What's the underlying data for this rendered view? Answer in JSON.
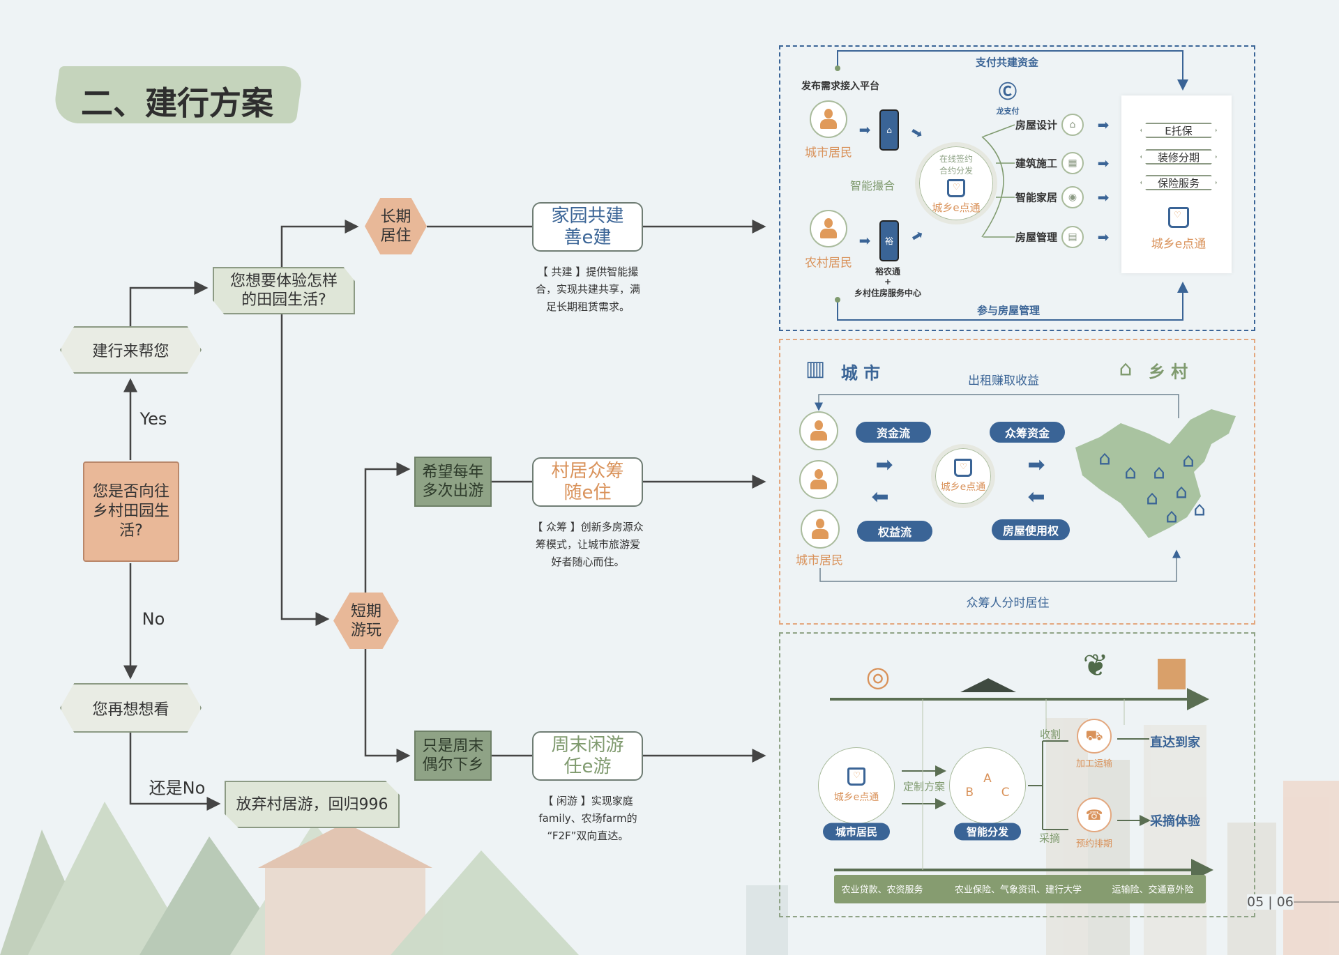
{
  "title": "二、建行方案",
  "flow": {
    "help": "建行来帮您",
    "yes": "Yes",
    "question": "您是否向往乡村田园生活?",
    "no": "No",
    "rethink": "您再想想看",
    "still_no": "还是No",
    "give_up": "放弃村居游，回归996",
    "which_life": "您想要体验怎样的田园生活?",
    "long_term": "长期居住",
    "short_term": "短期游玩",
    "yearly": "希望每年多次出游",
    "weekend": "只是周末偶尔下乡"
  },
  "cards": [
    {
      "line1": "家园共建",
      "line2": "善e建",
      "color": "#3a6496",
      "desc": [
        "【 共建 】提供智能撮",
        "合，实现共建共享，满",
        "足长期租赁需求。"
      ]
    },
    {
      "line1": "村居众筹",
      "line2": "随e住",
      "color": "#d9925a",
      "desc": [
        "【 众筹 】创新多房源众",
        "筹模式，让城市旅游爱",
        "好者随心而住。"
      ]
    },
    {
      "line1": "周末闲游",
      "line2": "任e游",
      "color": "#7f9a6e",
      "desc": [
        "【 闲游 】实现家庭",
        "family、农场farm的",
        "“F2F”双向直达。"
      ]
    }
  ],
  "box1": {
    "pay_funds": "支付共建资金",
    "publish": "发布需求接入平台",
    "long_pay": "龙支付",
    "city_resident": "城市居民",
    "rural_resident": "农村居民",
    "matching": "智能撮合",
    "center_sub1": "在线签约",
    "center_sub2": "合约分发",
    "center_name": "城乡e点通",
    "yunongtong": "裕农通",
    "plus": "+",
    "service_center": "乡村住房服务中心",
    "services": [
      "房屋设计",
      "建筑施工",
      "智能家居",
      "房屋管理"
    ],
    "products": [
      "E托保",
      "装修分期",
      "保险服务"
    ],
    "panel_name": "城乡e点通",
    "participate": "参与房屋管理"
  },
  "box2": {
    "city": "城 市",
    "village": "乡 村",
    "rent_income": "出租赚取收益",
    "fund_flow": "资金流",
    "crowd_funds": "众筹资金",
    "rights_flow": "权益流",
    "house_use": "房屋使用权",
    "center_name": "城乡e点通",
    "city_resident": "城市居民",
    "timeshare": "众筹人分时居住"
  },
  "box3": {
    "center_name": "城乡e点通",
    "city_resident": "城市居民",
    "custom_plan": "定制方案",
    "dispatch": "智能分发",
    "abc": [
      "A",
      "B",
      "C"
    ],
    "harvest": "收割",
    "pick": "采摘",
    "process": "加工运输",
    "schedule": "预约排期",
    "home": "直达到家",
    "experience": "采摘体验",
    "bar": [
      "农业贷款、农资服务",
      "农业保险、气象资讯、建行大学",
      "运输险、交通意外险"
    ]
  },
  "page_number": "05 | 06",
  "colors": {
    "blue": "#3a6496",
    "orange": "#d9925a",
    "green": "#7f9a6e",
    "peach": "#e9b898",
    "sage": "#8fa386"
  }
}
